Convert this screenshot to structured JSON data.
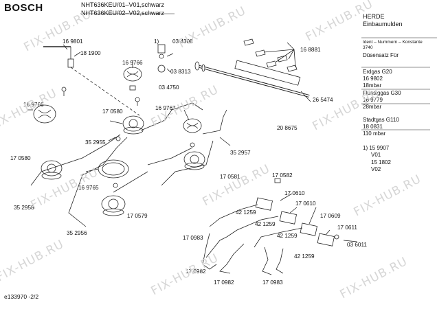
{
  "header": {
    "brand": "BOSCH",
    "model_1": "NHT636KEU/01–V01,schwarz",
    "model_2": "NHT636KEU/02–V02,schwarz"
  },
  "category": {
    "line1": "HERDE",
    "line2": "Einbaumulden"
  },
  "sidebar": {
    "ident_label": "Ident – Nummern – Konstante",
    "ident_value": "3740",
    "nozzle_title": "Düsensatz Für",
    "lines": [
      "Erdgas G20",
      "16 9802",
      "18mbar",
      "Flüssiggas G30",
      "16 9779",
      "28mbar",
      "",
      "Stadtgas G110",
      "18 0831",
      "110 mbar",
      "",
      "1)  15 9907",
      "V01",
      "15 1802",
      "V02"
    ]
  },
  "parts": [
    "16 9801",
    "18 1900",
    "16 9766",
    "1)",
    "03 4308",
    "03 8313",
    "03 4750",
    "16 8881",
    "26 5474",
    "20 8675",
    "16 9766",
    "17 0580",
    "16 9767",
    "35 2955",
    "17 0580",
    "35 2957",
    "16 9765",
    "17 0581",
    "35 2958",
    "17 0579",
    "35 2956",
    "17 0582",
    "17 0610",
    "17 0610",
    "17 0609",
    "42 1259",
    "42 1259",
    "42 1259",
    "42 1259",
    "17 0611",
    "03 6011",
    "17 0983",
    "17 0982",
    "17 0982",
    "17 0983"
  ],
  "footer": {
    "doc_id": "e133970 -2/2"
  },
  "watermark": "FIX-HUB.RU"
}
